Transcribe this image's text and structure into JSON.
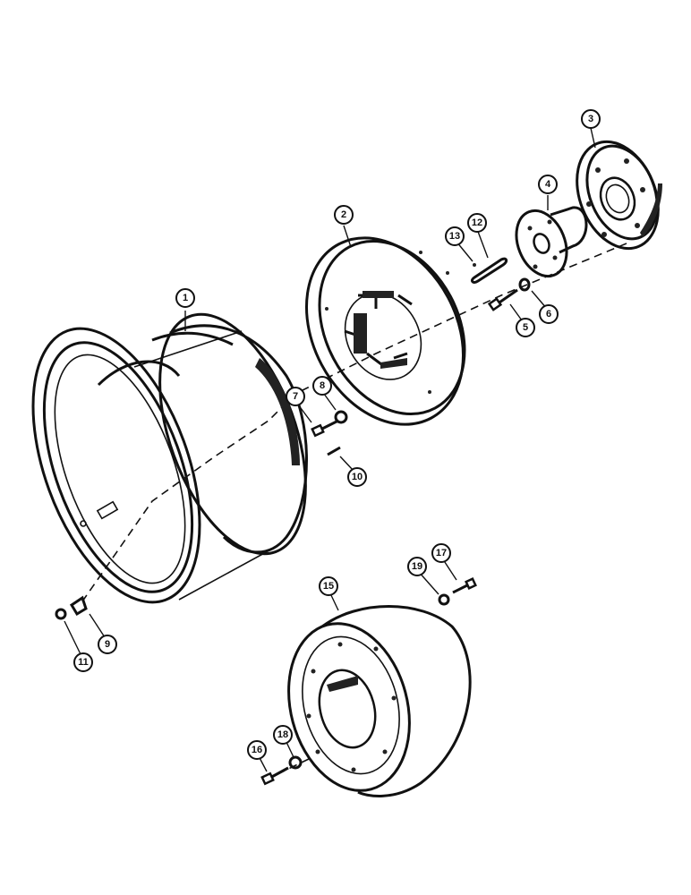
{
  "callouts": [
    {
      "id": "1",
      "label": "1"
    },
    {
      "id": "2",
      "label": "2"
    },
    {
      "id": "3",
      "label": "3"
    },
    {
      "id": "4",
      "label": "4"
    },
    {
      "id": "5",
      "label": "5"
    },
    {
      "id": "6",
      "label": "6"
    },
    {
      "id": "7",
      "label": "7"
    },
    {
      "id": "8",
      "label": "8"
    },
    {
      "id": "9",
      "label": "9"
    },
    {
      "id": "10",
      "label": "10"
    },
    {
      "id": "11",
      "label": "11"
    },
    {
      "id": "12",
      "label": "12"
    },
    {
      "id": "13",
      "label": "13"
    },
    {
      "id": "15",
      "label": "15"
    },
    {
      "id": "16",
      "label": "16"
    },
    {
      "id": "17",
      "label": "17"
    },
    {
      "id": "18",
      "label": "18"
    },
    {
      "id": "19",
      "label": "19"
    }
  ]
}
